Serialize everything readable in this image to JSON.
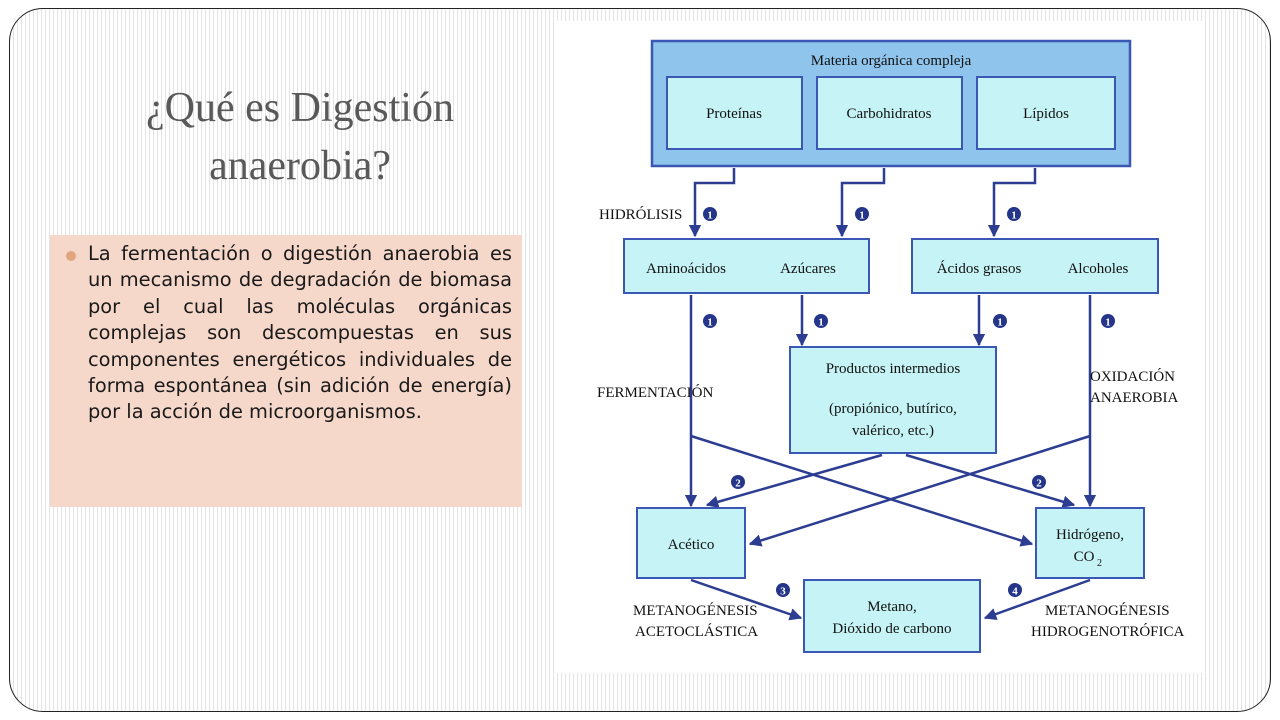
{
  "slide": {
    "title_line1": "¿Qué es  Digestión",
    "title_line2": "anaerobia?",
    "paragraph": "La fermentación o digestión anaerobia es un mecanismo de degradación de biomasa por el cual las moléculas orgánicas complejas son descompuestas en sus componentes energéticos individuales de forma espontánea (sin adición de energía) por la acción de microorganismos."
  },
  "diagram": {
    "colors": {
      "box_fill": "#c6f3f5",
      "outer_fill": "#8fc4ec",
      "border": "#3a57b3",
      "arrow": "#2c3d92",
      "badge": "#24358a",
      "text": "#111111"
    },
    "top_box_title": "Materia orgánica compleja",
    "top_items": [
      "Proteínas",
      "Carbohidratos",
      "Lípidos"
    ],
    "hydrolysis_label": "HIDRÓLISIS",
    "mid_left": [
      "Aminoácidos",
      "Azúcares"
    ],
    "mid_right": [
      "Ácidos grasos",
      "Alcoholes"
    ],
    "intermediates_title": "Productos intermedios",
    "intermediates_line1": "(propiónico, butírico,",
    "intermediates_line2": "valérico, etc.)",
    "fermentation_label": "FERMENTACIÓN",
    "oxidation_line1": "OXIDACIÓN",
    "oxidation_line2": "ANAEROBIA",
    "acetic": "Acético",
    "hydrogen_line1": "Hidrógeno,",
    "hydrogen_line2": "CO",
    "hydrogen_sub": "2",
    "methane_line1": "Metano,",
    "methane_line2": "Dióxido de carbono",
    "meth_aceto_line1": "METANOGÉNESIS",
    "meth_aceto_line2": "ACETOCLÁSTICA",
    "meth_hydro_line1": "METANOGÉNESIS",
    "meth_hydro_line2": "HIDROGENOTRÓFICA",
    "badge_1": "1",
    "badge_2": "2",
    "badge_3": "3",
    "badge_4": "4"
  }
}
